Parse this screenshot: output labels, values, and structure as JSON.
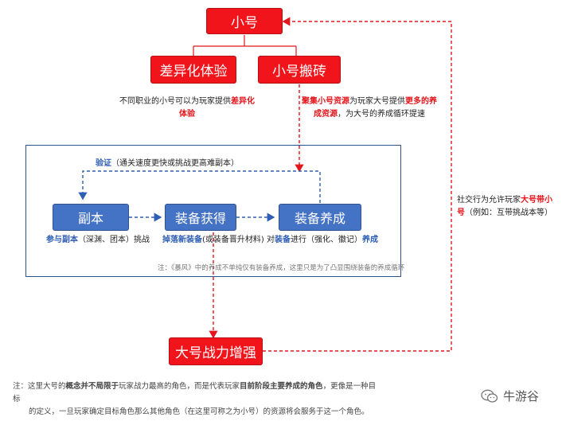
{
  "nodes": {
    "alt": "小号",
    "diff_exp": "差异化体验",
    "alt_farming": "小号搬砖",
    "dungeon": "副本",
    "gear_get": "装备获得",
    "gear_dev": "装备养成",
    "main_power": "大号战力增强"
  },
  "desc_diff": {
    "p1": "不同职业的小号可以为玩家提供",
    "h1": "差异化",
    "h2": "体验"
  },
  "desc_farm": {
    "h1": "聚集小号资源",
    "p1": "为玩家大号提供",
    "h2": "更多的养",
    "h3": "成资源",
    "p2": "，为大号的养成循环提速"
  },
  "verify": {
    "h": "验证",
    "p": "（通关速度更快或挑战更高难副本）"
  },
  "dungeon_label": {
    "h": "参与副本",
    "p": "（深渊、团本）挑战"
  },
  "gear_get_label": {
    "h": "掉落新装备",
    "p": "(或装备晋升材料)"
  },
  "gear_dev_label": {
    "p1": "对",
    "h1": "装备",
    "p2": "进行（强化、徽记）",
    "h2": "养成"
  },
  "frame_note": "注：《暴风》中的养成不单纯仅有装备养成，这里只是为了凸显围绕装备的养成循环",
  "social": {
    "p1": "社交行为允许玩家",
    "h1": "大号带小",
    "h2": "号",
    "p2": "（例如：互带挑战本等）"
  },
  "footnote": {
    "p1": "注：这里大号的",
    "b1": "概念并不局限于",
    "p2": "玩家战力最高的角色，而是代表玩家",
    "b2": "目前阶段主要养成的角色",
    "p3": "，更像是一种目标",
    "line2": "的定义，一旦玩家确定目标角色那么其他角色（在这里可称之为小号）的资源将会服务于这一个角色。"
  },
  "watermark": "牛游谷",
  "colors": {
    "red": "#f2141b",
    "blue": "#4472c4",
    "red_line": "#e3161c",
    "blue_line": "#2f5fb4"
  }
}
